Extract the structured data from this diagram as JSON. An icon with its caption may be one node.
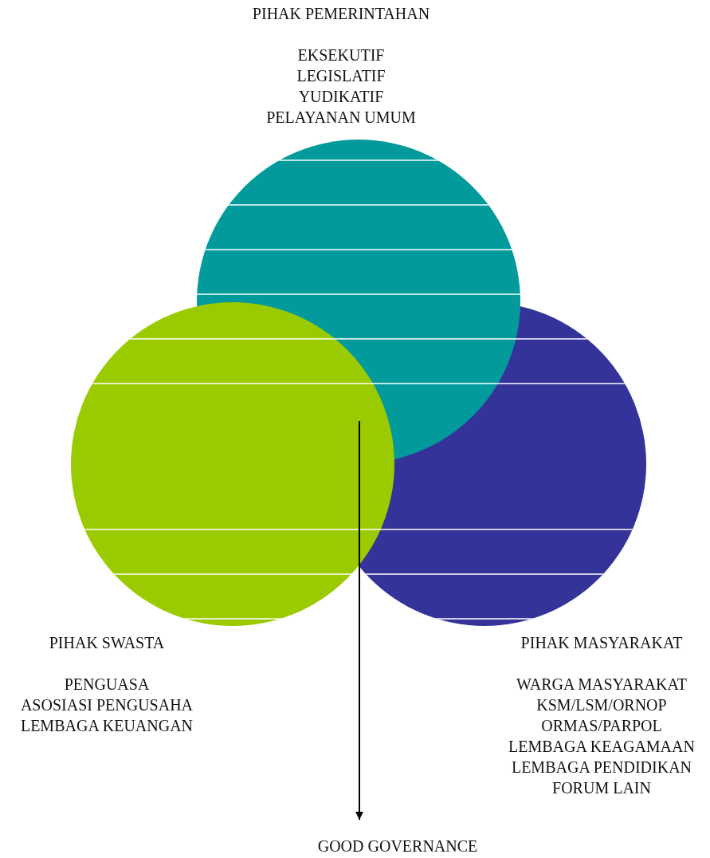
{
  "diagram": {
    "nodes": [
      {
        "text": [
          "PIHAK PEMERINTAHAN",
          "EKSEKUTIF LEGISLATIF YUDIKATIF PELAYANAN UMUM"
        ]
      },
      {
        "text": [
          "PIHAK SWASTA",
          "PENGUASA",
          "ASOSIASI PENGUSAHA",
          "LEMBAGA KEUANGAN"
        ]
      },
      {
        "text": [
          "PIHAK MASYARAKAT",
          "WARGA MASYARAKAT KSM/LSM/ORNOP ORMAS/PARPOL LEMBAGA KEAGAMAAN LEMBAGA PENDIDIKAN FORUM LAIN"
        ]
      },
      {
        "text": [
          "GOOD GOVERNANCE"
        ]
      }
    ],
    "edges": [
      {
        "from": 0,
        "to": 3,
        "arrow": "to"
      },
      {
        "from": 1,
        "to": 3,
        "arrow": "to"
      },
      {
        "from": 2,
        "to": 3,
        "arrow": "to"
      }
    ]
  }
}
